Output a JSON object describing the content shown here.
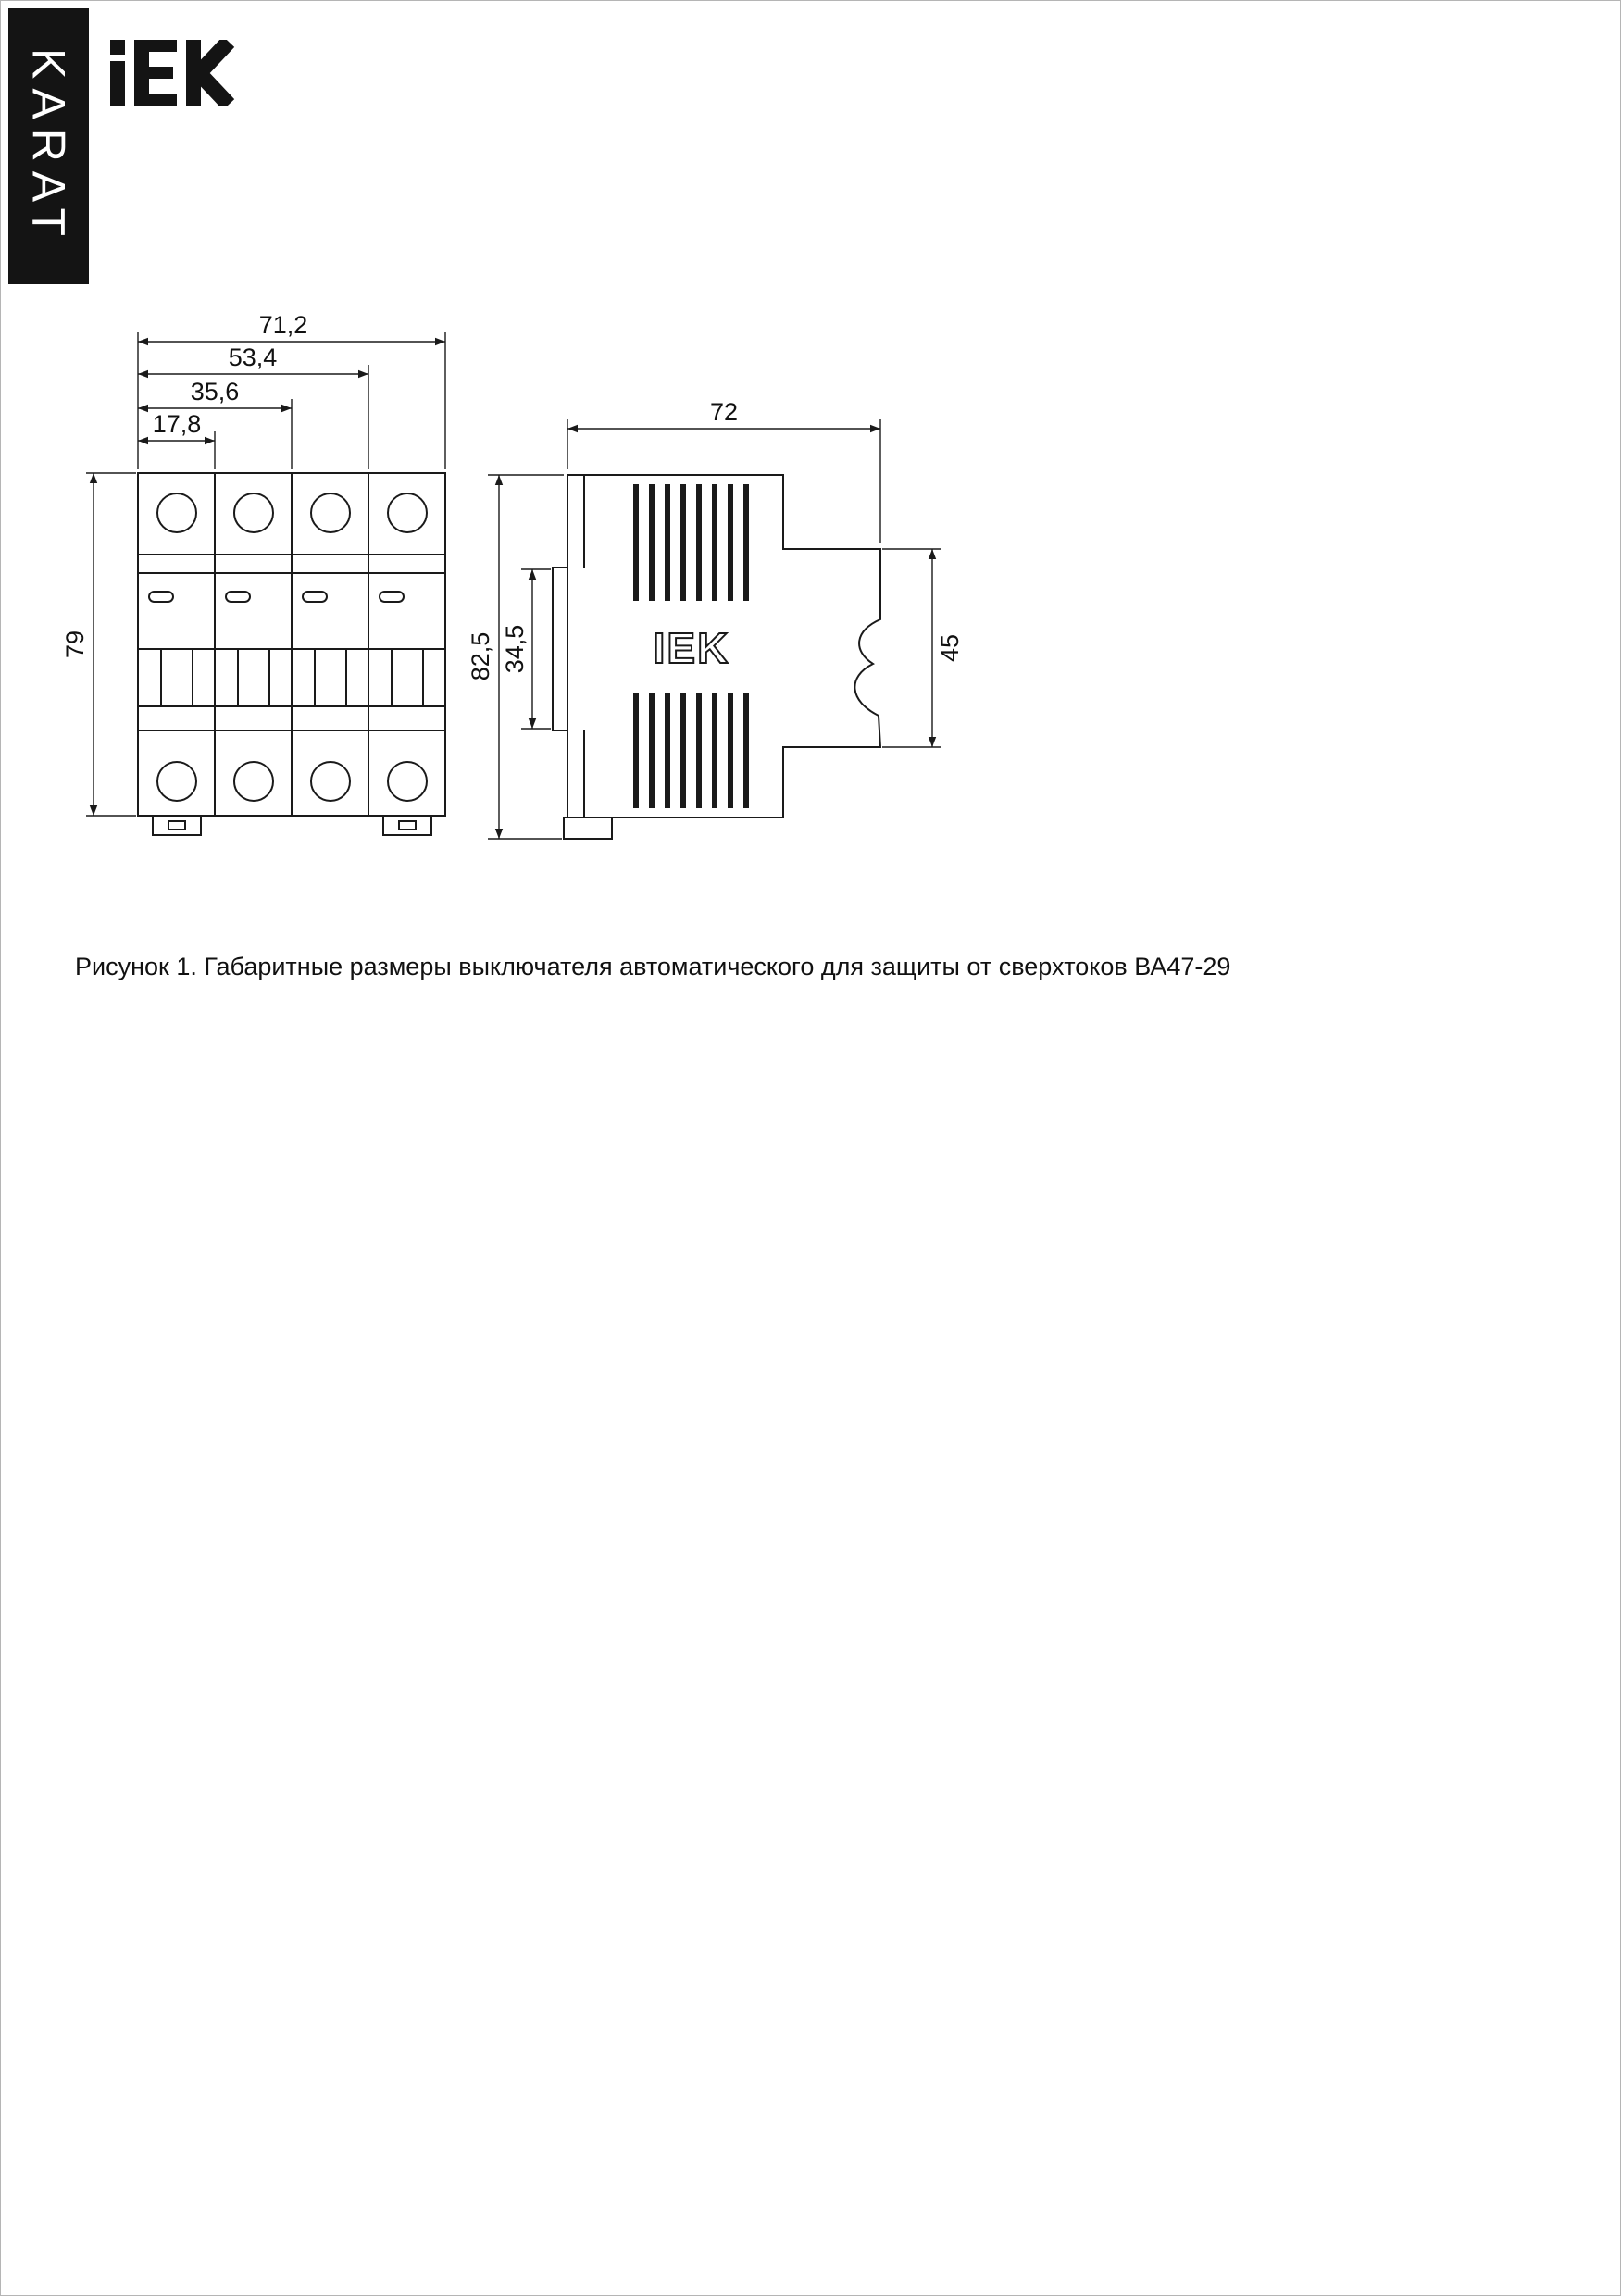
{
  "brand": {
    "vertical_text": "KARAT",
    "logo_text": "IEK",
    "banner_bg": "#141414"
  },
  "figure": {
    "caption": "Рисунок 1. Габаритные размеры выключателя автоматического для защиты от сверхтоков ВА47-29"
  },
  "front_view": {
    "dims": {
      "total_width": "71,2",
      "width_three_modules": "53,4",
      "width_two_modules": "35,6",
      "width_one_module": "17,8",
      "height": "79"
    }
  },
  "side_view": {
    "logo_text": "IEK",
    "dims": {
      "depth": "72",
      "total_height": "82,5",
      "front_panel_height": "34,5",
      "rear_height": "45"
    }
  }
}
